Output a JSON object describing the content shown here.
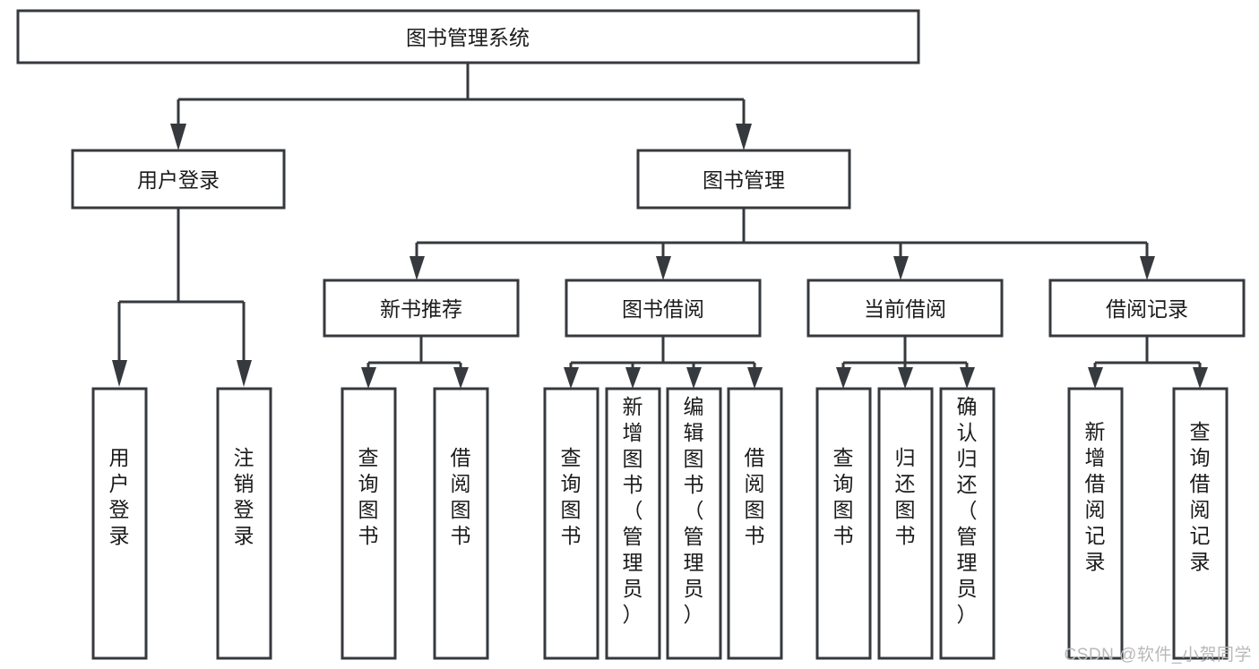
{
  "diagram": {
    "type": "tree-hierarchy",
    "title": "图书管理系统",
    "watermark": "CSDN @软件_小贺同学",
    "colors": {
      "stroke": "#36393d",
      "fill": "#ffffff",
      "text": "#1b1b1b",
      "watermark": "#b9b9b9"
    },
    "levels": {
      "root": {
        "label": "图书管理系统"
      },
      "level2": [
        {
          "label": "用户登录"
        },
        {
          "label": "图书管理"
        }
      ],
      "level3": [
        {
          "label": "新书推荐"
        },
        {
          "label": "图书借阅"
        },
        {
          "label": "当前借阅"
        },
        {
          "label": "借阅记录"
        }
      ]
    },
    "nodes": {
      "root": "图书管理系统",
      "user_login": "用户登录",
      "book_manage": "图书管理",
      "new_book_rec": "新书推荐",
      "book_borrow": "图书借阅",
      "current_borrow": "当前借阅",
      "borrow_record": "借阅记录"
    },
    "leaves": {
      "user_login_children": [
        {
          "label": "用户登录"
        },
        {
          "label": "注销登录"
        }
      ],
      "new_book_rec_children": [
        {
          "label": "查询图书"
        },
        {
          "label": "借阅图书"
        }
      ],
      "book_borrow_children": [
        {
          "label": "查询图书"
        },
        {
          "label": "新增图书（管理员）"
        },
        {
          "label": "编辑图书（管理员）"
        },
        {
          "label": "借阅图书"
        }
      ],
      "current_borrow_children": [
        {
          "label": "查询图书"
        },
        {
          "label": "归还图书"
        },
        {
          "label": "确认归还（管理员）"
        }
      ],
      "borrow_record_children": [
        {
          "label": "新增借阅记录"
        },
        {
          "label": "查询借阅记录"
        }
      ]
    }
  }
}
